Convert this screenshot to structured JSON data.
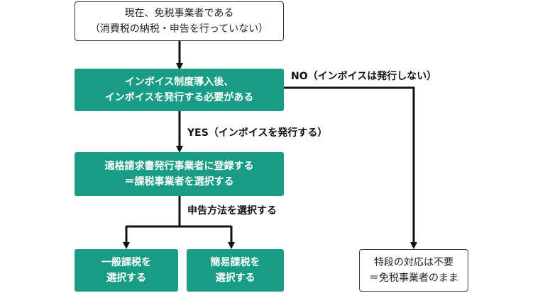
{
  "nodes": {
    "start": {
      "line1": "現在、免税事業者である",
      "line2": "（消費税の納税・申告を行っていない）"
    },
    "decision": {
      "line1": "インボイス制度導入後、",
      "line2": "インボイスを発行する必要がある"
    },
    "register": {
      "line1": "適格請求書発行事業者に登録する",
      "line2": "＝課税事業者を選択する"
    },
    "general": {
      "line1": "一般課税を",
      "line2": "選択する"
    },
    "simplified": {
      "line1": "簡易課税を",
      "line2": "選択する"
    },
    "exempt": {
      "line1": "特段の対応は不要",
      "line2": "＝免税事業者のまま"
    }
  },
  "edges": {
    "yes_label": "YES（インボイスを発行する）",
    "no_label": "NO（インボイスは発行しない）",
    "method_label": "申告方法を選択する"
  },
  "colors": {
    "teal": "#199c85",
    "line": "#111111"
  }
}
